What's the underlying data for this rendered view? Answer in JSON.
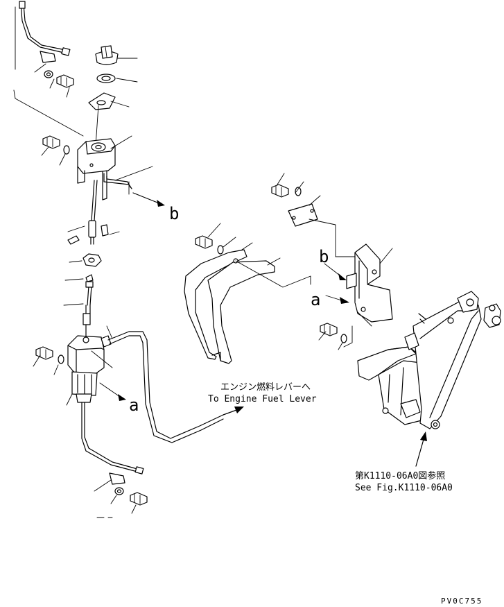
{
  "callouts": {
    "b_left": "b",
    "a_left": "a",
    "b_right": "b",
    "a_right": "a"
  },
  "notes": {
    "engine_lever_jp": "エンジン燃料レバーへ",
    "engine_lever_en": "To Engine Fuel Lever",
    "see_fig_jp": "第K1110-06A0図参照",
    "see_fig_en": "See Fig.K1110-06A0"
  },
  "drawing_code": "PV0C755"
}
